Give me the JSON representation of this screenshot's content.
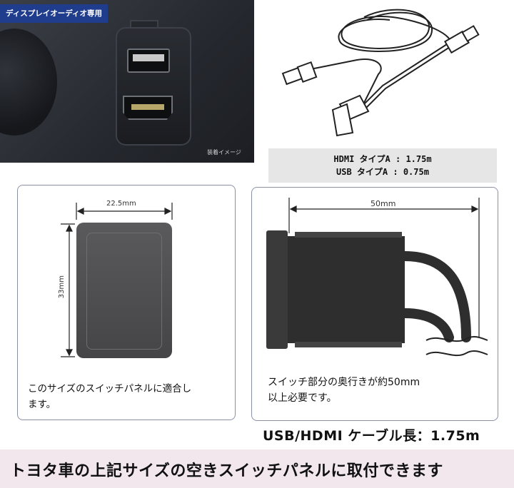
{
  "photo": {
    "badge": "ディスプレイオーディオ専用",
    "caption": "装着イメージ"
  },
  "spec": {
    "line1": "HDMI タイプA : 1.75m",
    "line2": "USB タイプA : 0.75m"
  },
  "left_panel": {
    "width_label": "22.5mm",
    "height_label": "33mm",
    "text_line1": "このサイズのスイッチパネルに適合し",
    "text_line2": "ます。"
  },
  "right_panel": {
    "depth_label": "50mm",
    "text_line1": "スイッチ部分の奥行きが約50mm",
    "text_line2": "以上必要です。"
  },
  "cable_length": "USB/HDMI ケーブル長：1.75m",
  "banner": "トヨタ車の上記サイズの空きスイッチパネルに取付できます",
  "colors": {
    "badge": "#1f3d8c",
    "banner": "#f2e7ec",
    "panel_border": "#8c91a6"
  }
}
